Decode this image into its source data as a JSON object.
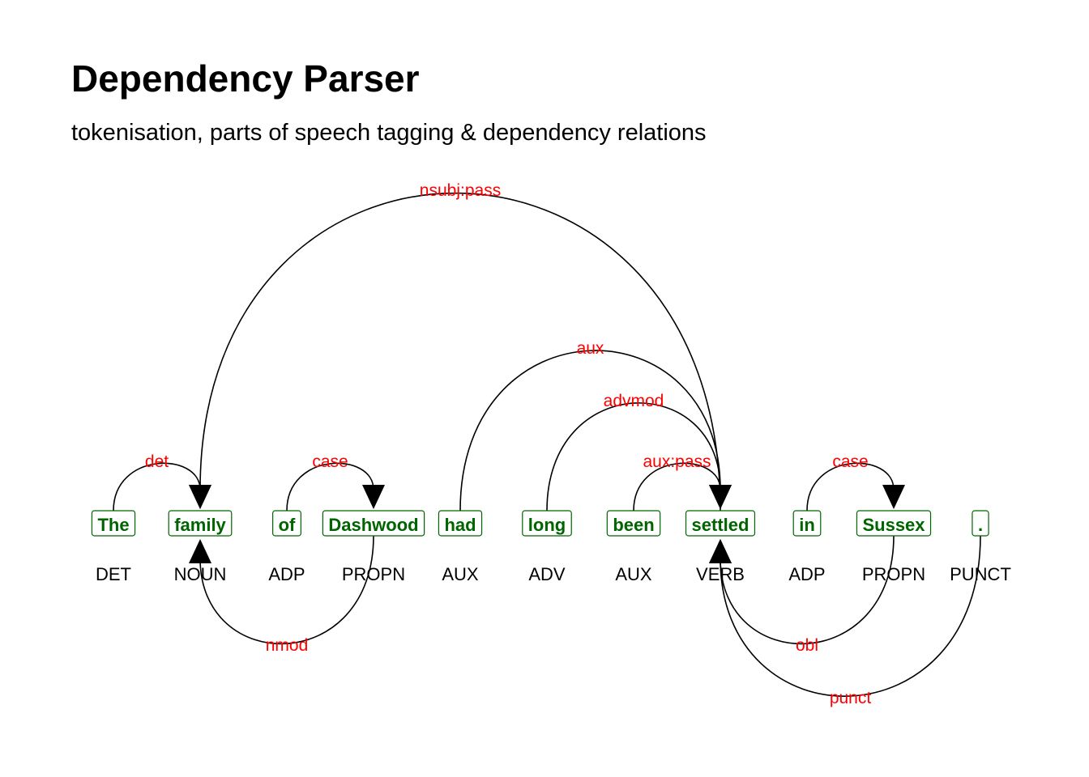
{
  "header": {
    "title": "Dependency Parser",
    "subtitle": "tokenisation, parts of speech tagging & dependency relations"
  },
  "colors": {
    "token": "#006400",
    "relation": "#ff0000",
    "pos": "#000000",
    "arc": "#000000"
  },
  "tokens": [
    {
      "id": 1,
      "text": "The",
      "pos": "DET"
    },
    {
      "id": 2,
      "text": "family",
      "pos": "NOUN"
    },
    {
      "id": 3,
      "text": "of",
      "pos": "ADP"
    },
    {
      "id": 4,
      "text": "Dashwood",
      "pos": "PROPN"
    },
    {
      "id": 5,
      "text": "had",
      "pos": "AUX"
    },
    {
      "id": 6,
      "text": "long",
      "pos": "ADV"
    },
    {
      "id": 7,
      "text": "been",
      "pos": "AUX"
    },
    {
      "id": 8,
      "text": "settled",
      "pos": "VERB"
    },
    {
      "id": 9,
      "text": "in",
      "pos": "ADP"
    },
    {
      "id": 10,
      "text": "Sussex",
      "pos": "PROPN"
    },
    {
      "id": 11,
      "text": ".",
      "pos": "PUNCT"
    }
  ],
  "relations": [
    {
      "from": 1,
      "to": 2,
      "label": "det",
      "side": "above"
    },
    {
      "from": 3,
      "to": 4,
      "label": "case",
      "side": "above"
    },
    {
      "from": 8,
      "to": 2,
      "label": "nsubj:pass",
      "side": "above"
    },
    {
      "from": 5,
      "to": 8,
      "label": "aux",
      "side": "above"
    },
    {
      "from": 6,
      "to": 8,
      "label": "advmod",
      "side": "above"
    },
    {
      "from": 7,
      "to": 8,
      "label": "aux:pass",
      "side": "above"
    },
    {
      "from": 9,
      "to": 10,
      "label": "case",
      "side": "above"
    },
    {
      "from": 4,
      "to": 2,
      "label": "nmod",
      "side": "below"
    },
    {
      "from": 10,
      "to": 8,
      "label": "obl",
      "side": "below"
    },
    {
      "from": 11,
      "to": 8,
      "label": "punct",
      "side": "below"
    }
  ]
}
